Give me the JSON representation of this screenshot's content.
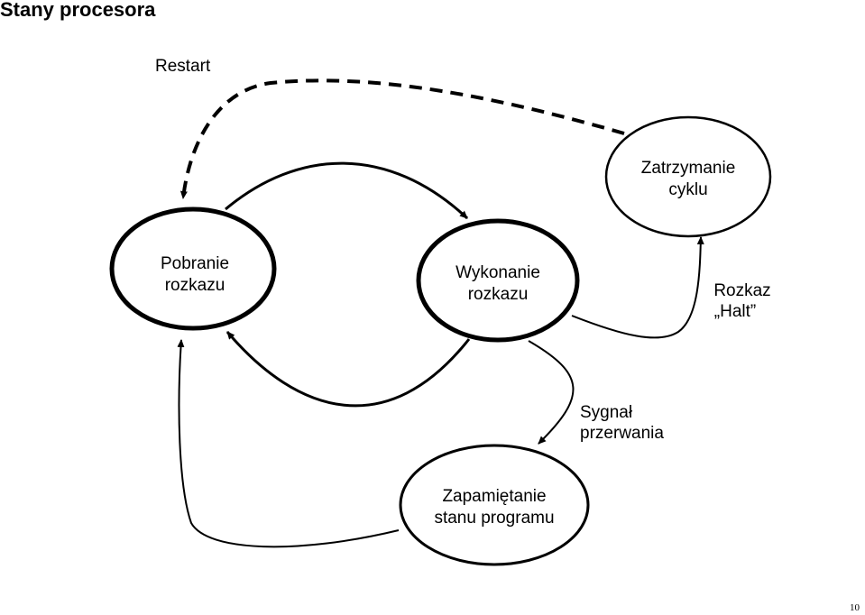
{
  "title": "Stany procesora",
  "page_number": "10",
  "nodes": {
    "fetch": [
      "Pobranie",
      "rozkazu"
    ],
    "execute": [
      "Wykonanie",
      "rozkazu"
    ],
    "halt": [
      "Zatrzymanie",
      "cyklu"
    ],
    "save": [
      "Zapamiętanie",
      "stanu programu"
    ]
  },
  "edge_labels": {
    "restart": "Restart",
    "halt_instruction": [
      "Rozkaz",
      "„Halt”"
    ],
    "interrupt": [
      "Sygnał",
      "przerwania"
    ]
  }
}
